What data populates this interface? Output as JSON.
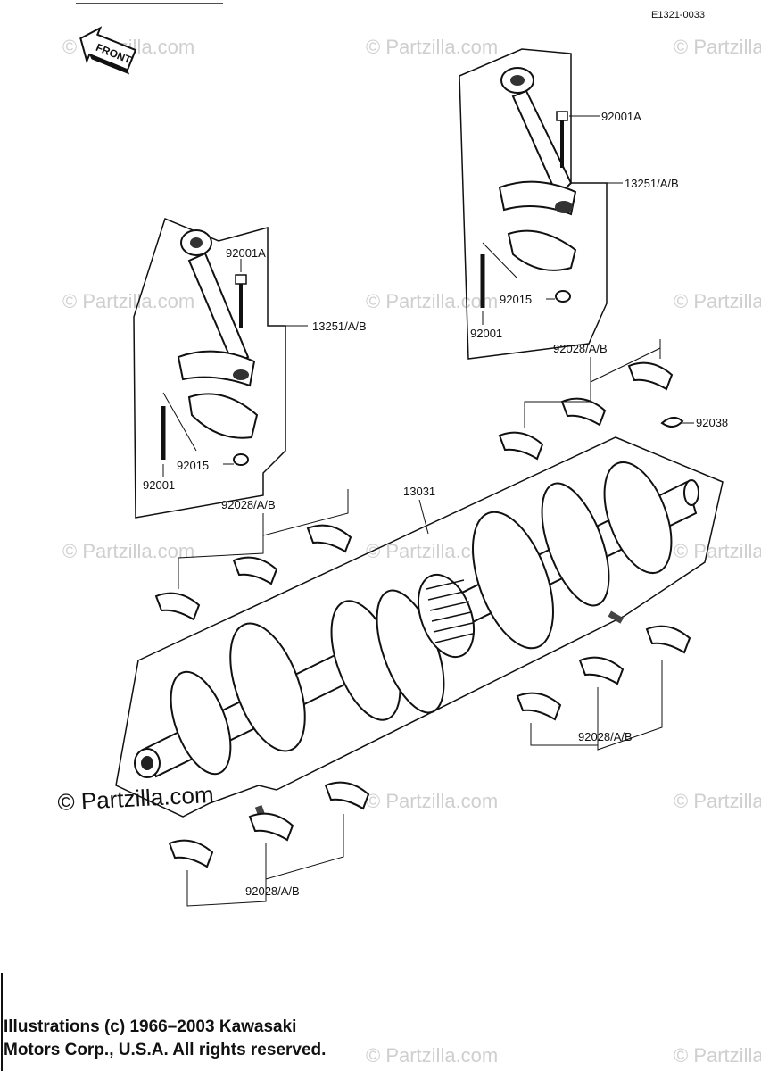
{
  "diagram_code": "E1321-0033",
  "front_label": "FRONT",
  "watermark": "© Partzilla.com",
  "labels": {
    "rod_bolt_upper": "92001A",
    "rod_upper": "13251/A/B",
    "rod_nut_upper": "92015",
    "rod_stud_upper": "92001",
    "rod_bolt_left": "92001A",
    "rod_left": "13251/A/B",
    "rod_nut_left": "92015",
    "rod_stud_left": "92001",
    "bearing_upper_right": "92028/A/B",
    "key": "92038",
    "crankshaft": "13031",
    "bearing_upper_left": "92028/A/B",
    "bearing_lower_right": "92028/A/B",
    "bearing_lower_left": "92028/A/B"
  },
  "copyright_line1": "Illustrations (c) 1966–2003 Kawasaki",
  "copyright_line2": "Motors Corp., U.S.A.  All rights reserved."
}
